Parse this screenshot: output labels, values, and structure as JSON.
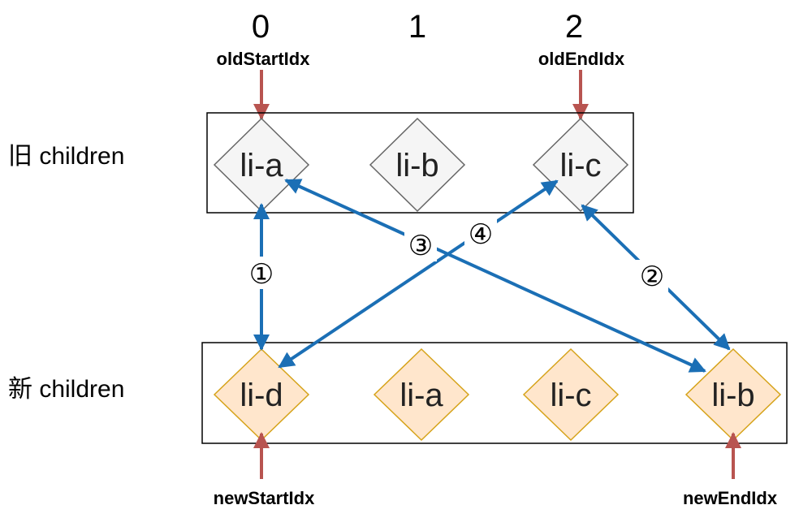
{
  "indices": [
    "0",
    "1",
    "2"
  ],
  "pointers": {
    "old_start": "oldStartIdx",
    "old_end": "oldEndIdx",
    "new_start": "newStartIdx",
    "new_end": "newEndIdx"
  },
  "rows": {
    "old_label": "旧 children",
    "new_label": "新 children"
  },
  "old_nodes": [
    "li-a",
    "li-b",
    "li-c"
  ],
  "new_nodes": [
    "li-d",
    "li-a",
    "li-c",
    "li-b"
  ],
  "steps": [
    "①",
    "②",
    "③",
    "④"
  ],
  "colors": {
    "old_fill": "#f5f5f5",
    "old_stroke": "#666666",
    "new_fill": "#ffe6cc",
    "new_stroke": "#d6a31a",
    "pointer_arrow": "#b85450",
    "compare_arrow": "#1b6fb5"
  }
}
